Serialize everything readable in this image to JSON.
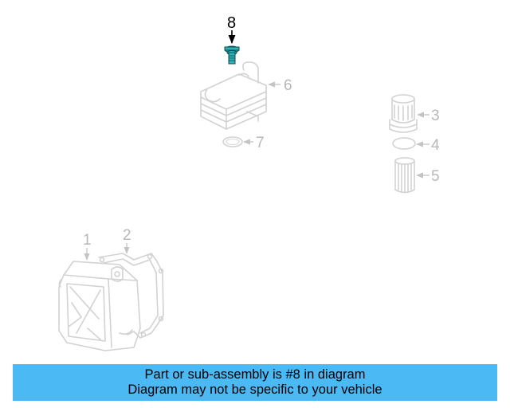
{
  "diagram": {
    "callouts": {
      "c1": "1",
      "c2": "2",
      "c3": "3",
      "c4": "4",
      "c5": "5",
      "c6": "6",
      "c7": "7",
      "c8": "8"
    },
    "highlight_color": "#2fb3b8"
  },
  "banner": {
    "line1": "Part or sub-assembly is #8 in diagram",
    "line2": "Diagram may not be specific to your vehicle",
    "color": "#4ab9f4"
  }
}
